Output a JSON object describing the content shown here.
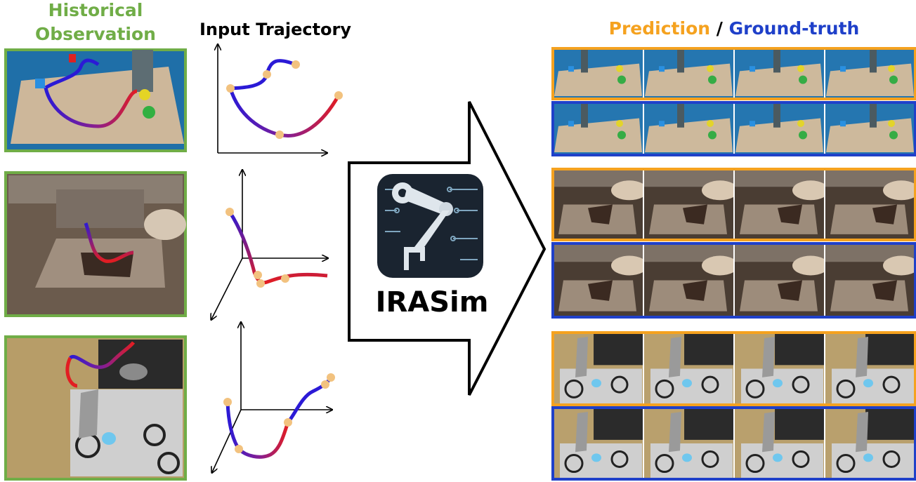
{
  "labels": {
    "historical": "Historical Observation",
    "input": "Input Trajectory",
    "prediction": "Prediction",
    "slash": "/",
    "ground_truth": "Ground-truth",
    "model": "IRASim"
  },
  "colors": {
    "green_frame": "#70ad47",
    "historical_text": "#70ad47",
    "prediction": "#f5a21f",
    "ground_truth": "#1f40c9",
    "traj_start": "#2b1ad6",
    "traj_end": "#e21d22",
    "waypoint": "#f2c27f"
  },
  "scenes": [
    "tabletop-blocks",
    "drawer-object",
    "kitchen-stove"
  ],
  "frames_per_row": 4,
  "icons": [
    "robot-arm-logo-icon",
    "big-right-arrow-icon"
  ]
}
